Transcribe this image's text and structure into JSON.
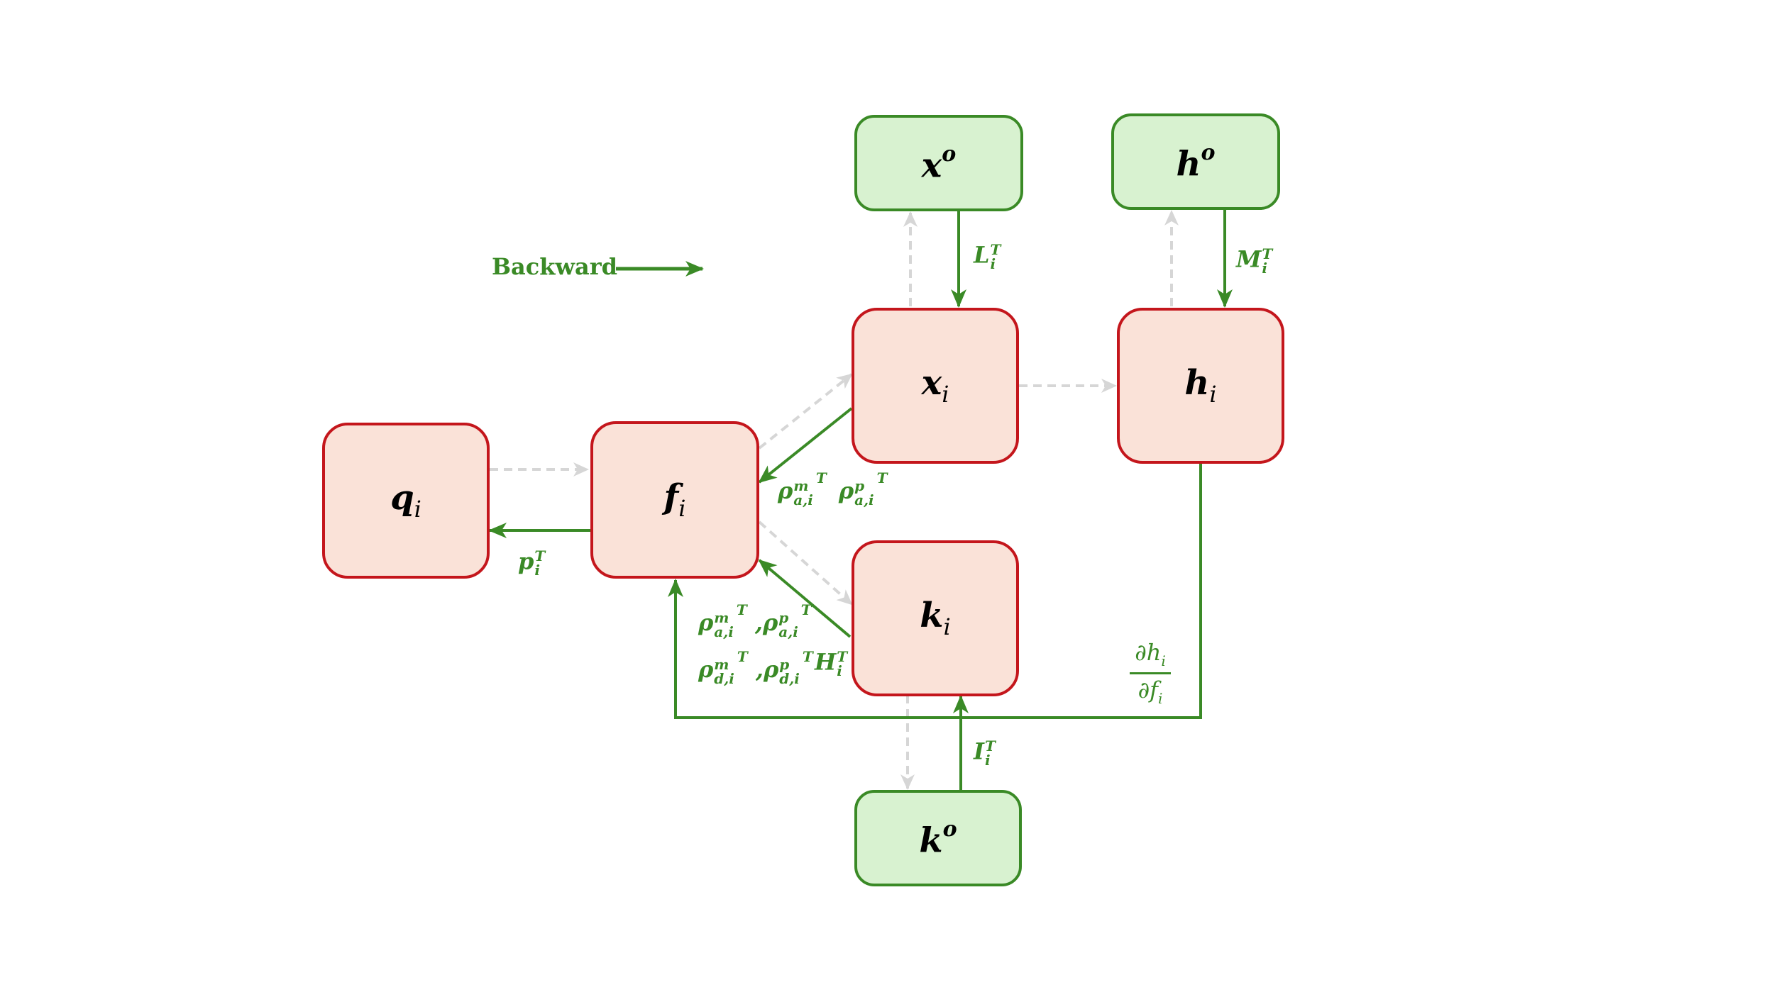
{
  "legend": {
    "label": "Backward"
  },
  "colors": {
    "node_red_fill": "#fae2d8",
    "node_red_border": "#c4161c",
    "node_green_fill": "#d8f2d0",
    "node_green_border": "#3a8a26",
    "backward_edge": "#3a8a26",
    "forward_edge": "#d9d9d9"
  },
  "nodes": {
    "q": {
      "base": "q",
      "sub": "i",
      "sup": ""
    },
    "f": {
      "base": "f",
      "sub": "i",
      "sup": ""
    },
    "x": {
      "base": "x",
      "sub": "i",
      "sup": ""
    },
    "h": {
      "base": "h",
      "sub": "i",
      "sup": ""
    },
    "k": {
      "base": "k",
      "sub": "i",
      "sup": ""
    },
    "xo": {
      "base": "x",
      "sub": "",
      "sup": "o"
    },
    "ho": {
      "base": "h",
      "sub": "",
      "sup": "o"
    },
    "ko": {
      "base": "k",
      "sub": "",
      "sup": "o"
    }
  },
  "edge_labels": {
    "L": {
      "base": "L",
      "sup": "T",
      "sub": "i"
    },
    "M": {
      "base": "M",
      "sup": "T",
      "sub": "i"
    },
    "I": {
      "base": "I",
      "sup": "T",
      "sub": "i"
    },
    "p": {
      "base": "p",
      "sup": "T",
      "sub": "i"
    },
    "H": {
      "base": "H",
      "sup": "T",
      "sub": "i"
    },
    "rho_x": {
      "a": {
        "base": "ρ",
        "sup": "m",
        "sub": "a,i",
        "tee": "T"
      },
      "b": {
        "base": "ρ",
        "sup": "p",
        "sub": "a,i",
        "tee": "T"
      }
    },
    "rho_k1": {
      "a": {
        "base": "ρ",
        "sup": "m",
        "sub": "a,i",
        "tee": "T"
      },
      "sep": ",",
      "b": {
        "base": "ρ",
        "sup": "p",
        "sub": "a,i",
        "tee": "T"
      }
    },
    "rho_k2": {
      "a": {
        "base": "ρ",
        "sup": "m",
        "sub": "d,i",
        "tee": "T"
      },
      "sep": ",",
      "b": {
        "base": "ρ",
        "sup": "p",
        "sub": "d,i",
        "tee": "T"
      }
    },
    "dh_df": {
      "num": "∂h",
      "num_sub": "i",
      "den": "∂f",
      "den_sub": "i"
    }
  }
}
